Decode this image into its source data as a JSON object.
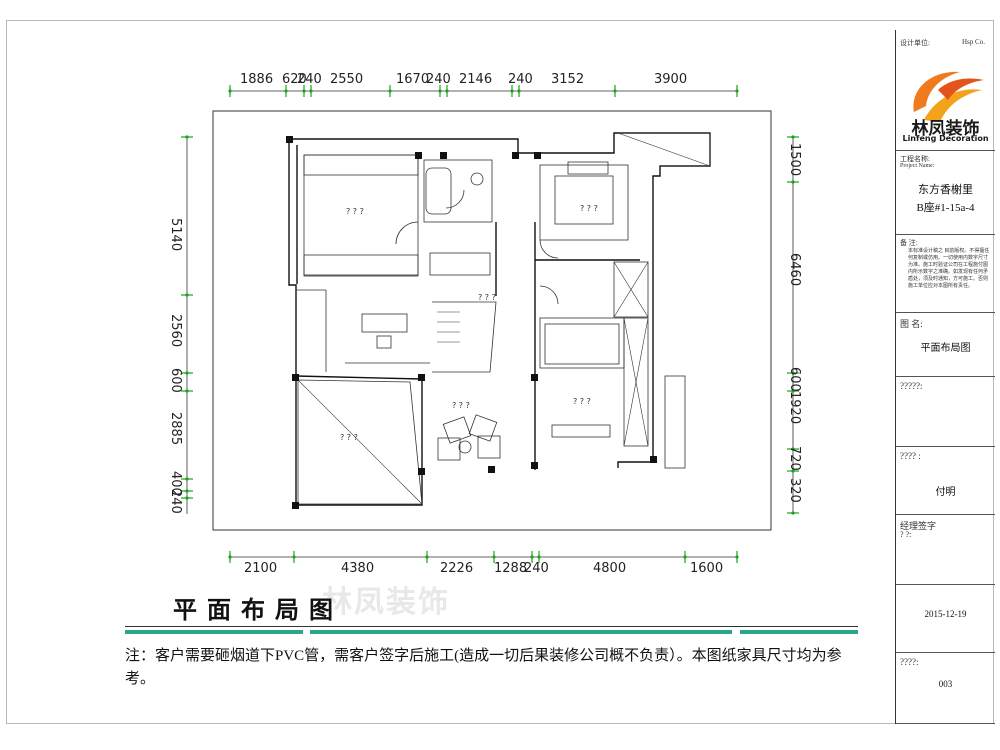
{
  "drawing": {
    "top_dims": [
      "1886",
      "620",
      "240",
      "2550",
      "1670",
      "240",
      "2146",
      "240",
      "3152",
      "3900"
    ],
    "bottom_dims": [
      "2100",
      "4380",
      "2226",
      "1288",
      "240",
      "4800",
      "1600"
    ],
    "left_dims": [
      "5140",
      "2560",
      "600",
      "2885",
      "400",
      "240"
    ],
    "right_dims": [
      "1500",
      "6460",
      "600",
      "1920",
      "720",
      "320"
    ],
    "room_marks": [
      "? ? ?",
      "? ? ?",
      "? ? ?",
      "? ? ?",
      "? ? ?",
      "? ? ?"
    ]
  },
  "title": "平面布局图",
  "watermark": "林凤装饰",
  "note": "注：客户需要砸烟道下PVC管，需客户签字后施工(造成一切后果装修公司概不负责）。本图纸家具尺寸均为参考。",
  "title_block": {
    "designer_label": "设计单位:",
    "designer_en": "Hsp Co.",
    "logo_name": "林凤装饰",
    "logo_sub": "Linfeng Decoration",
    "project_label": "工程名称:",
    "project_label_en": "Project Name:",
    "project_name_1": "东方香榭里",
    "project_name_2": "B座#1-15a-4",
    "remark_label": "备  注:",
    "remark_text": "本标准设计稿之 目前版权。不得擅任何复制或仿用。一切使用内数字尺寸为准。施工时验证公司在工程施付图内所示数字之准确。如发现有任何矛盾处，须及时通知，方可施工。否则施工单位应对本图所有责任。",
    "drawing_name_label": "图  名:",
    "drawing_name": "平面布局图",
    "field_a_label": "?????:",
    "field_b_label": "????  :",
    "field_b_value": "付明",
    "manager_label": "经理签字",
    "manager_sub": "?    ?:",
    "date": "2015-12-19",
    "page_label": "????:",
    "page_no": "003"
  },
  "colors": {
    "accent": "#2aa68a",
    "dim_green": "#1aa31a",
    "logo_orange": "#f07b1e"
  }
}
